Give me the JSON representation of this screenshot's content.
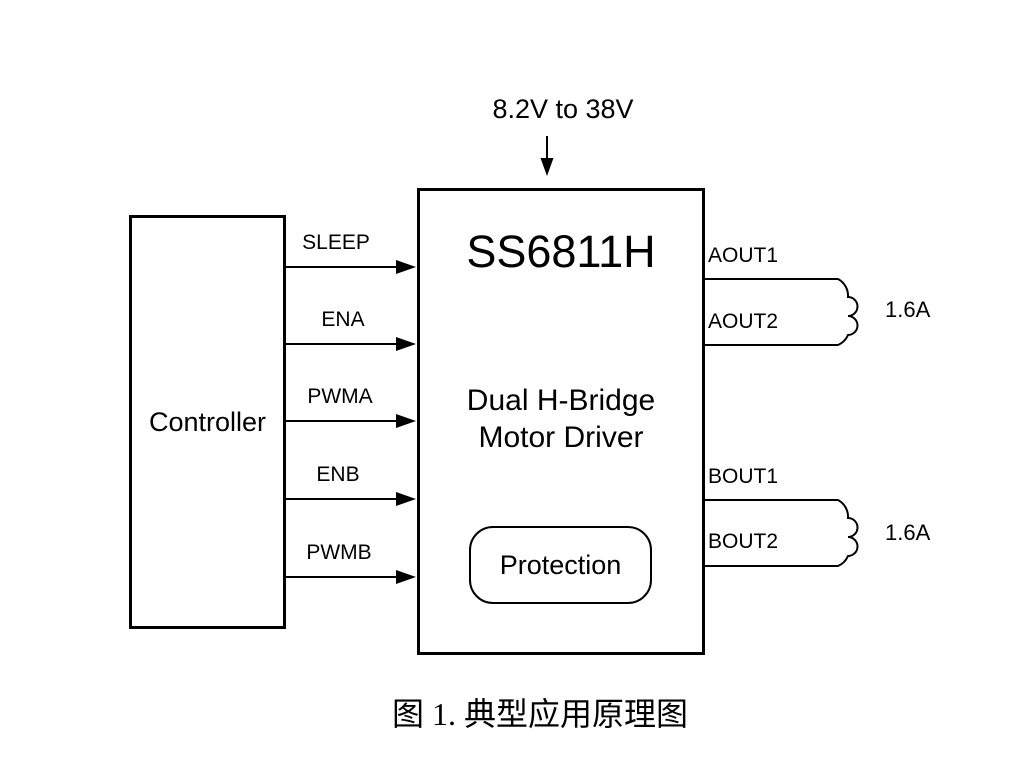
{
  "diagram": {
    "supply": {
      "label": "8.2V to 38V"
    },
    "controller": {
      "label": "Controller"
    },
    "chip": {
      "name": "SS6811H",
      "description_line1": "Dual H-Bridge",
      "description_line2": "Motor Driver",
      "protection_label": "Protection"
    },
    "inputs": [
      {
        "label": "SLEEP"
      },
      {
        "label": "ENA"
      },
      {
        "label": "PWMA"
      },
      {
        "label": "ENB"
      },
      {
        "label": "PWMB"
      }
    ],
    "outputs": {
      "a": {
        "pins": [
          {
            "label": "AOUT1"
          },
          {
            "label": "AOUT2"
          }
        ],
        "current_label": "1.6A"
      },
      "b": {
        "pins": [
          {
            "label": "BOUT1"
          },
          {
            "label": "BOUT2"
          }
        ],
        "current_label": "1.6A"
      }
    },
    "caption": "图 1. 典型应用原理图",
    "icons": {
      "supply_arrow": "down-arrow",
      "input_arrows": "right-arrow",
      "loads": "inductor-coil"
    },
    "colors": {
      "line": "#000000",
      "background": "#ffffff"
    }
  }
}
